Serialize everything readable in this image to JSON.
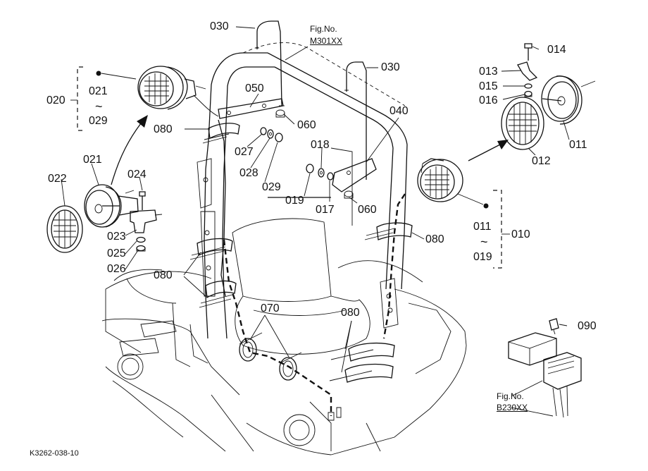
{
  "figure": {
    "ref_title": "Fig.No.",
    "ref_main": "M301XX",
    "ref_sub_title": "Fig.No.",
    "ref_sub": "B230XX",
    "drawing_code": "K3262-038-10"
  },
  "parts": {
    "p030a": "030",
    "p030b": "030",
    "p050": "050",
    "p060a": "060",
    "p060b": "060",
    "p080a": "080",
    "p080b": "080",
    "p080c": "080",
    "p080d": "080",
    "p027": "027",
    "p028": "028",
    "p029": "029",
    "p018": "018",
    "p019": "019",
    "p017": "017",
    "p040": "040",
    "p070": "070",
    "p090": "090",
    "p014": "014",
    "p013": "013",
    "p015": "015",
    "p016": "016",
    "p011": "011",
    "p012": "012",
    "p021": "021",
    "p022": "022",
    "p023": "023",
    "p024": "024",
    "p025": "025",
    "p026": "026"
  },
  "groups": {
    "left": {
      "code": "020",
      "from": "021",
      "tilde": "~",
      "to": "029"
    },
    "right": {
      "code": "010",
      "from": "011",
      "tilde": "~",
      "to": "019"
    }
  }
}
